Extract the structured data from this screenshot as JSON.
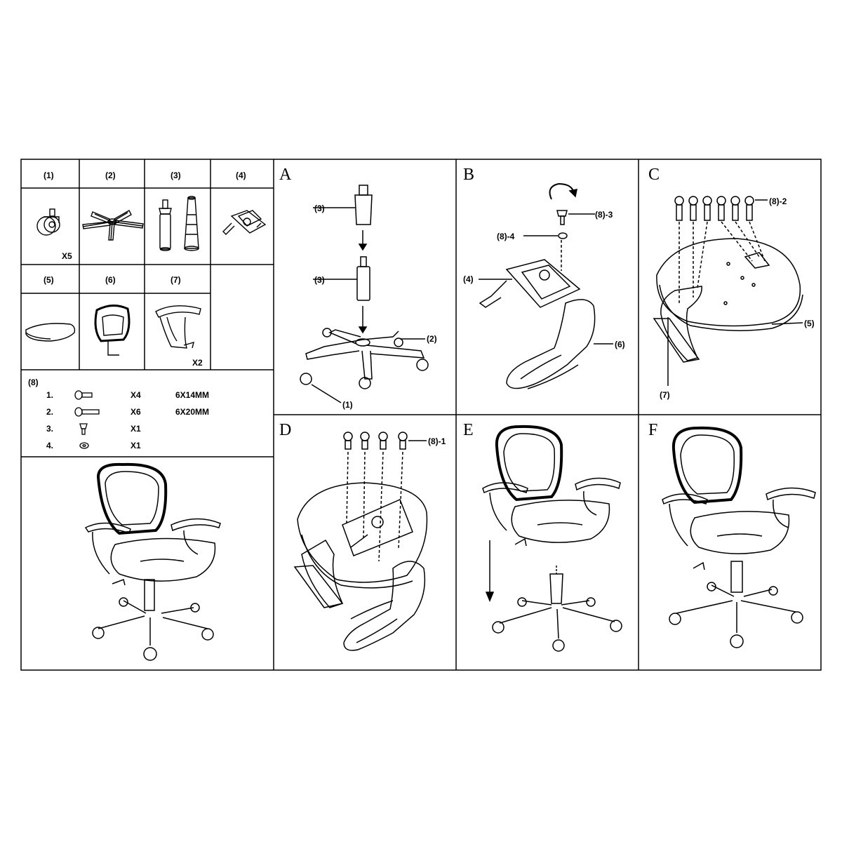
{
  "parts_list": {
    "row1": [
      {
        "number": "(1)",
        "icon": "caster-wheel-icon",
        "qty": "X5"
      },
      {
        "number": "(2)",
        "icon": "star-base-icon",
        "qty": ""
      },
      {
        "number": "(3)",
        "icon": "gas-cylinder-icon",
        "qty": ""
      },
      {
        "number": "(4)",
        "icon": "seat-mechanism-icon",
        "qty": ""
      }
    ],
    "row2": [
      {
        "number": "(5)",
        "icon": "seat-cushion-icon",
        "qty": ""
      },
      {
        "number": "(6)",
        "icon": "backrest-icon",
        "qty": ""
      },
      {
        "number": "(7)",
        "icon": "armrest-icon",
        "qty": "X2"
      }
    ]
  },
  "hardware": {
    "group": "(8)",
    "items": [
      {
        "index": "1.",
        "icon": "bolt-short-icon",
        "qty": "X4",
        "size": "6X14MM"
      },
      {
        "index": "2.",
        "icon": "bolt-long-icon",
        "qty": "X6",
        "size": "6X20MM"
      },
      {
        "index": "3.",
        "icon": "knob-icon",
        "qty": "X1",
        "size": ""
      },
      {
        "index": "4.",
        "icon": "washer-icon",
        "qty": "X1",
        "size": ""
      }
    ]
  },
  "steps": {
    "A": {
      "letter": "A",
      "callouts": [
        "(3)",
        "(3)",
        "(2)",
        "(1)"
      ]
    },
    "B": {
      "letter": "B",
      "callouts": [
        "(8)-3",
        "(8)-4",
        "(4)",
        "(6)"
      ]
    },
    "C": {
      "letter": "C",
      "callouts": [
        "(8)-2",
        "(5)",
        "(7)"
      ]
    },
    "D": {
      "letter": "D",
      "callouts": [
        "(8)-1"
      ]
    },
    "E": {
      "letter": "E",
      "callouts": []
    },
    "F": {
      "letter": "F",
      "callouts": []
    }
  }
}
